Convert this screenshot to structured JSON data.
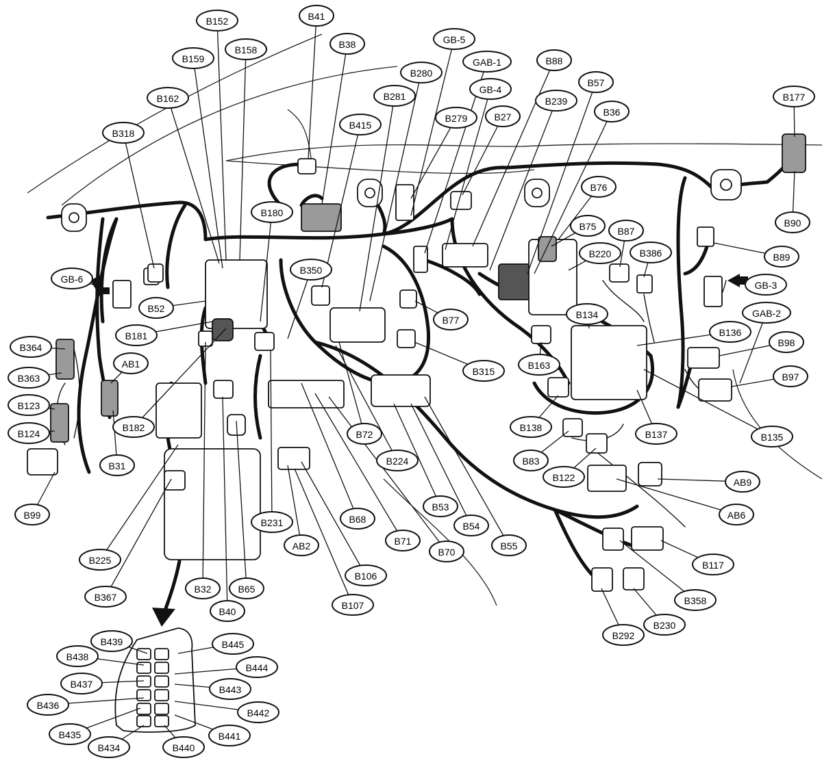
{
  "tags": [
    "B152",
    "B41",
    "B38",
    "B159",
    "B158",
    "GB-5",
    "GAB-1",
    "B88",
    "B280",
    "GB-4",
    "B57",
    "B162",
    "B281",
    "B239",
    "B177",
    "B318",
    "B415",
    "B279",
    "B27",
    "B36",
    "B76",
    "B180",
    "B75",
    "B87",
    "B220",
    "B386",
    "B90",
    "B89",
    "GB-6",
    "B350",
    "GB-3",
    "B52",
    "B181",
    "B77",
    "B134",
    "GAB-2",
    "B136",
    "B364",
    "AB1",
    "B98",
    "B163",
    "B315",
    "B363",
    "B97",
    "B123",
    "B182",
    "B72",
    "B138",
    "B137",
    "B124",
    "B135",
    "B224",
    "B83",
    "B31",
    "B122",
    "AB9",
    "B99",
    "B53",
    "AB6",
    "B68",
    "B231",
    "B54",
    "B71",
    "B55",
    "B70",
    "AB2",
    "B225",
    "B117",
    "B106",
    "B32",
    "B65",
    "B367",
    "B358",
    "B107",
    "B40",
    "B230",
    "B292",
    "B439",
    "B445",
    "B438",
    "B444",
    "B437",
    "B443",
    "B436",
    "B442",
    "B435",
    "B441",
    "B434",
    "B440"
  ]
}
